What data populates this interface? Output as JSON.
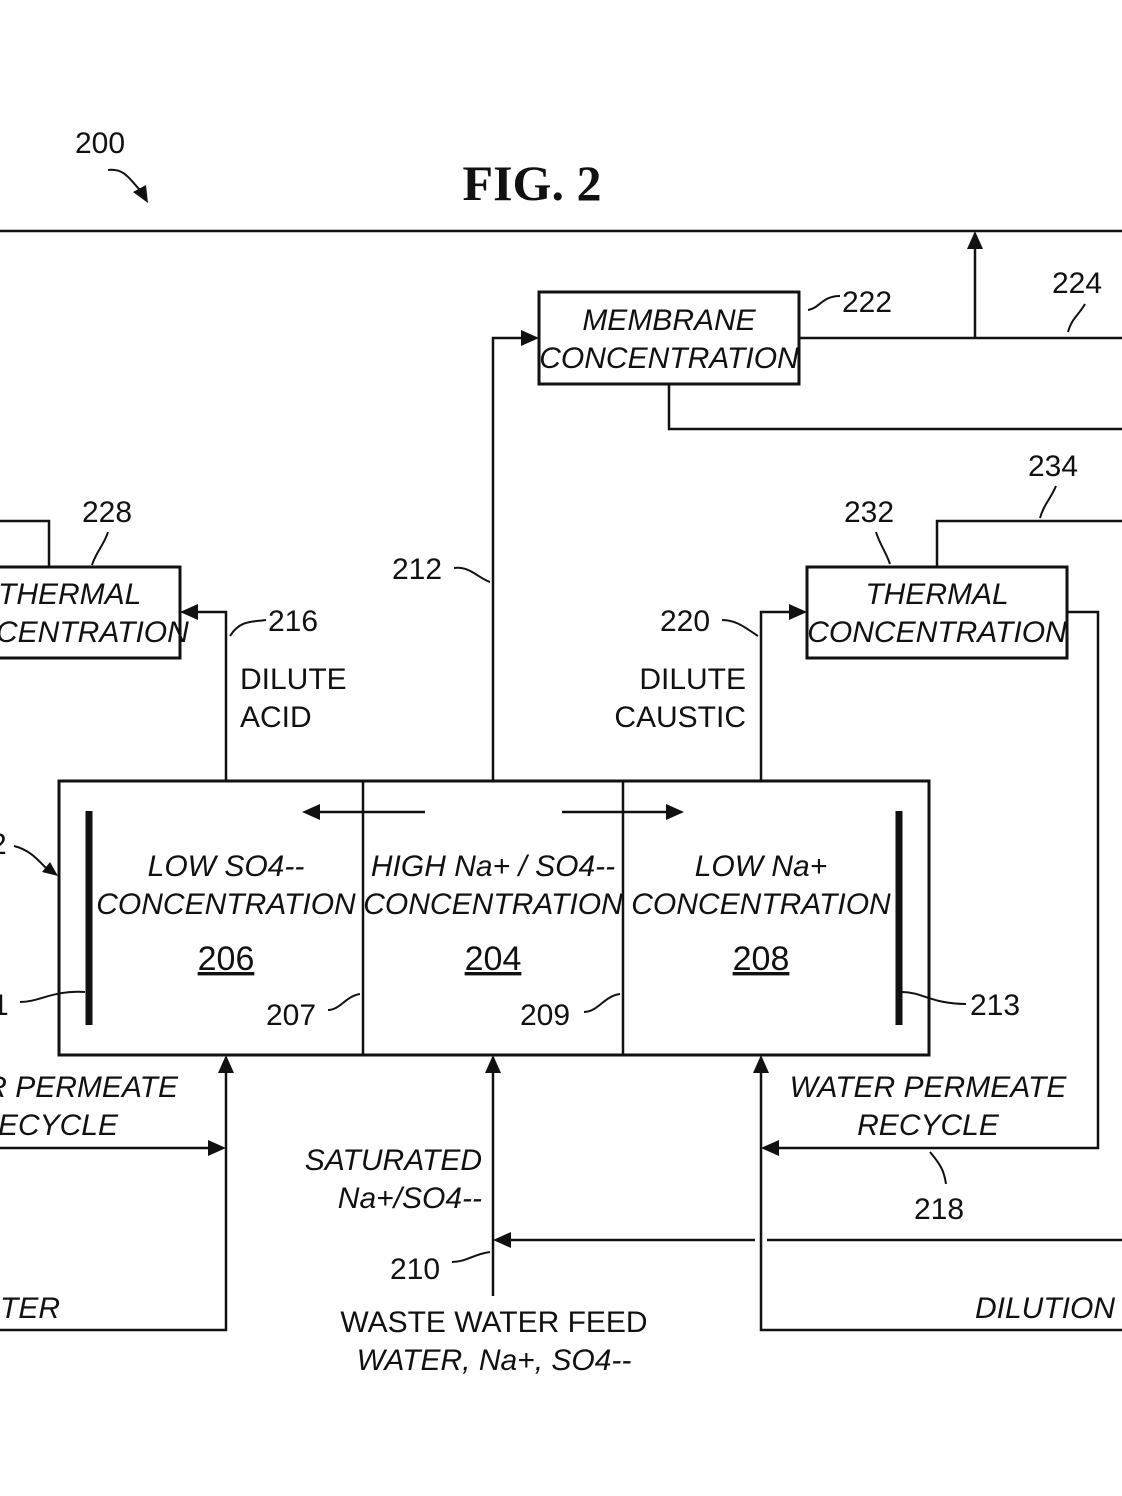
{
  "figure": {
    "ref_main": "200",
    "title": "FIG. 2"
  },
  "cells": {
    "left": {
      "line1": "LOW SO4--",
      "line2": "CONCENTRATION",
      "ref": "206"
    },
    "center": {
      "line1": "HIGH Na+ / SO4--",
      "line2": "CONCENTRATION",
      "ref": "204"
    },
    "right": {
      "line1": "LOW Na+",
      "line2": "CONCENTRATION",
      "ref": "208"
    }
  },
  "refs": {
    "r207": "207",
    "r209": "209",
    "r213": "213",
    "r211_partial": "1",
    "r202_partial": "2",
    "r210": "210",
    "r212": "212",
    "r216": "216",
    "r218": "218",
    "r220": "220",
    "r222": "222",
    "r224": "224",
    "r228": "228",
    "r232": "232",
    "r234": "234"
  },
  "boxes": {
    "membrane": {
      "line1": "MEMBRANE",
      "line2": "CONCENTRATION"
    },
    "thermal_left": {
      "line1": "THERMAL",
      "line2": "CENTRATION"
    },
    "thermal_right": {
      "line1": "THERMAL",
      "line2": "CONCENTRATION"
    }
  },
  "streams": {
    "dilute_acid": {
      "line1": "DILUTE",
      "line2": "ACID"
    },
    "dilute_caustic": {
      "line1": "DILUTE",
      "line2": "CAUSTIC"
    },
    "saturated": {
      "line1": "SATURATED",
      "line2": "Na+/SO4--"
    },
    "waste_feed": {
      "line1": "WASTE WATER FEED",
      "line2": "WATER, Na+, SO4--"
    },
    "permeate_left": {
      "line1": "ER PERMEATE",
      "line2": "RECYCLE"
    },
    "permeate_right": {
      "line1": "WATER PERMEATE",
      "line2": "RECYCLE"
    },
    "water_left": "TER",
    "dilution_right": "DILUTION W"
  }
}
